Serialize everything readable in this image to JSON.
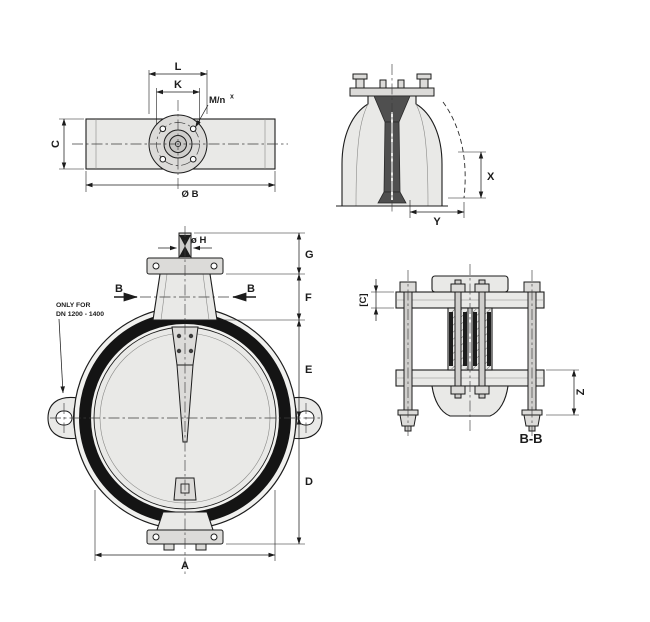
{
  "drawing": {
    "background": "#ffffff",
    "line_color": "#1c1c1c",
    "body_fill": "#e9e9e7",
    "seat_fill": "#141414"
  },
  "top_view": {
    "dim_L": "L",
    "dim_K": "K",
    "dim_M": "M/n",
    "dim_M_sup": "x",
    "dim_C": "C",
    "dim_B": "Ø B"
  },
  "side_view": {
    "dim_X": "X",
    "dim_Y": "Y"
  },
  "front_view": {
    "dim_H": "ø H",
    "dim_G": "G",
    "dim_F": "F",
    "dim_E": "E",
    "dim_D": "D",
    "dim_A": "A",
    "section_left": "B",
    "section_right": "B",
    "note_line1": "ONLY FOR",
    "note_line2": "DN 1200 - 1400"
  },
  "section_view": {
    "dim_C": "[C]",
    "dim_Z": "Z",
    "title": "B-B"
  }
}
